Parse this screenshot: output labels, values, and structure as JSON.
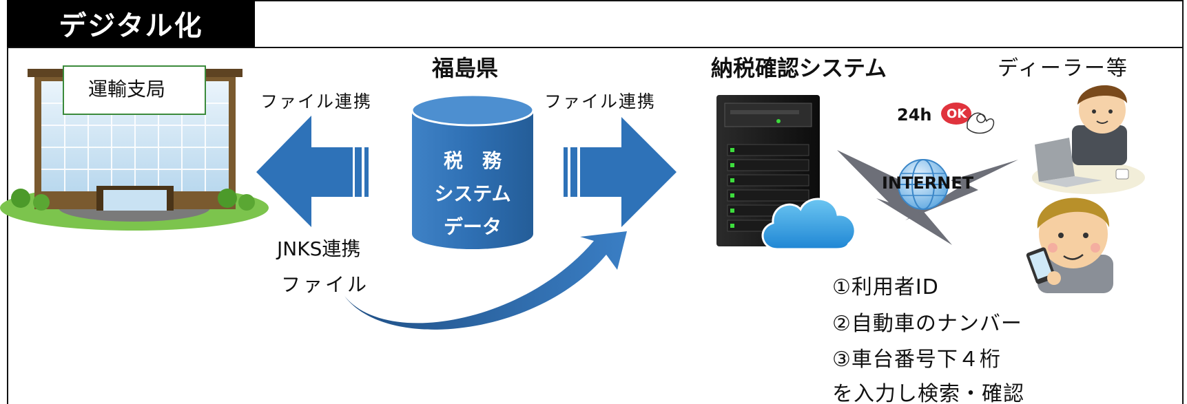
{
  "title": "デジタル化",
  "building": {
    "sign": "運輸支局"
  },
  "prefecture": {
    "heading": "福島県",
    "db_line1": "税　務",
    "db_line2": "システム",
    "db_line3": "データ"
  },
  "arrow_left": {
    "label": "ファイル連携"
  },
  "arrow_right": {
    "label": "ファイル連携"
  },
  "jnks": {
    "line1": "JNKS連携",
    "line2": "ファイル"
  },
  "system": {
    "heading": "納税確認システム"
  },
  "dealer": {
    "heading": "ディーラー等"
  },
  "badge": {
    "text_24h": "24h",
    "ok": "OK"
  },
  "internet": {
    "label": "INTERNET"
  },
  "steps": [
    "①利用者ID",
    "②自動車のナンバー",
    "③車台番号下４桁",
    "を入力し検索・確認"
  ],
  "colors": {
    "arrow_blue": "#2e72b8",
    "db_blue": "#2e6fb3",
    "title_bg": "#000000"
  }
}
